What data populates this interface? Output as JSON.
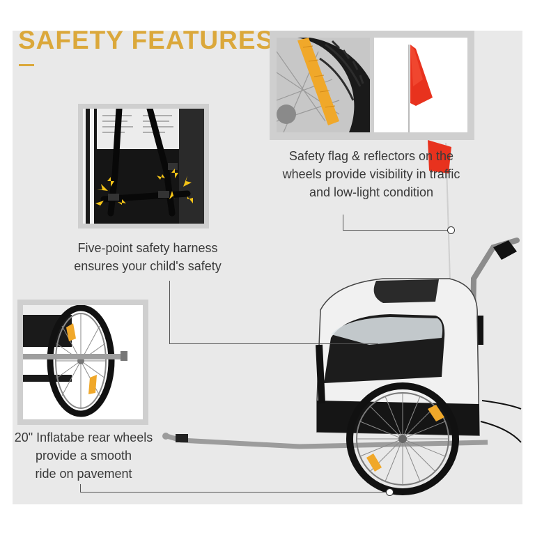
{
  "heading": {
    "title": "SAFETY FEATURES"
  },
  "callouts": {
    "flag_reflectors": {
      "line1": "Safety flag & reflectors on the",
      "line2": "wheels provide visibility in traffic",
      "line3": "and low-light condition"
    },
    "harness": {
      "line1": "Five-point safety harness",
      "line2": "ensures your child's safety"
    },
    "wheels": {
      "line1": "20\" Inflatabe rear wheels",
      "line2": "provide a smooth",
      "line3": "ride on pavement"
    }
  },
  "colors": {
    "accent": "#dba83b",
    "panel_bg": "#e9e9e9",
    "text": "#3a3a3a",
    "flag": "#e8321e",
    "reflector": "#f0a82a",
    "arrow": "#f5c418"
  }
}
